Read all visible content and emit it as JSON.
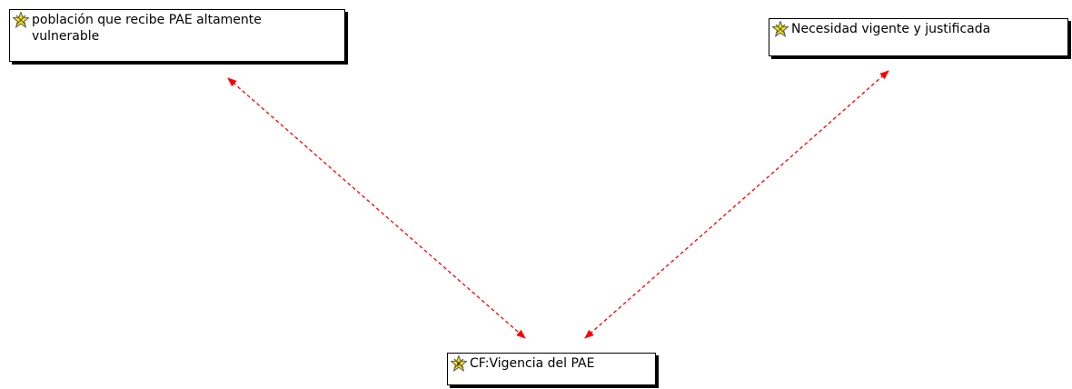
{
  "diagram": {
    "nodes": [
      {
        "id": "poblacion",
        "label": "población que recibe PAE altamente\nvulnerable",
        "icon": "code-star-icon"
      },
      {
        "id": "necesidad",
        "label": "Necesidad vigente y justificada",
        "icon": "code-star-icon"
      },
      {
        "id": "cf",
        "label": "CF:Vigencia del PAE",
        "icon": "code-family-icon"
      }
    ],
    "links": [
      {
        "from": "poblacion",
        "to": "cf",
        "style": "dashed",
        "arrows": "both"
      },
      {
        "from": "necesidad",
        "to": "cf",
        "style": "dashed",
        "arrows": "both"
      }
    ],
    "colors": {
      "link": "#ff0000",
      "icon_fill": "#ffe800",
      "icon_stroke": "#555555",
      "node_border": "#000000"
    }
  }
}
